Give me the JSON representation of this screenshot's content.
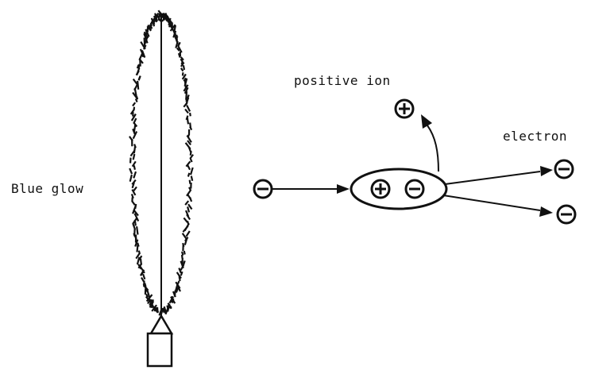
{
  "labels": {
    "blue_glow": "Blue glow",
    "positive_ion": "positive ion",
    "electron": "electron"
  },
  "colors": {
    "ink": "#111111",
    "background": "#ffffff"
  }
}
